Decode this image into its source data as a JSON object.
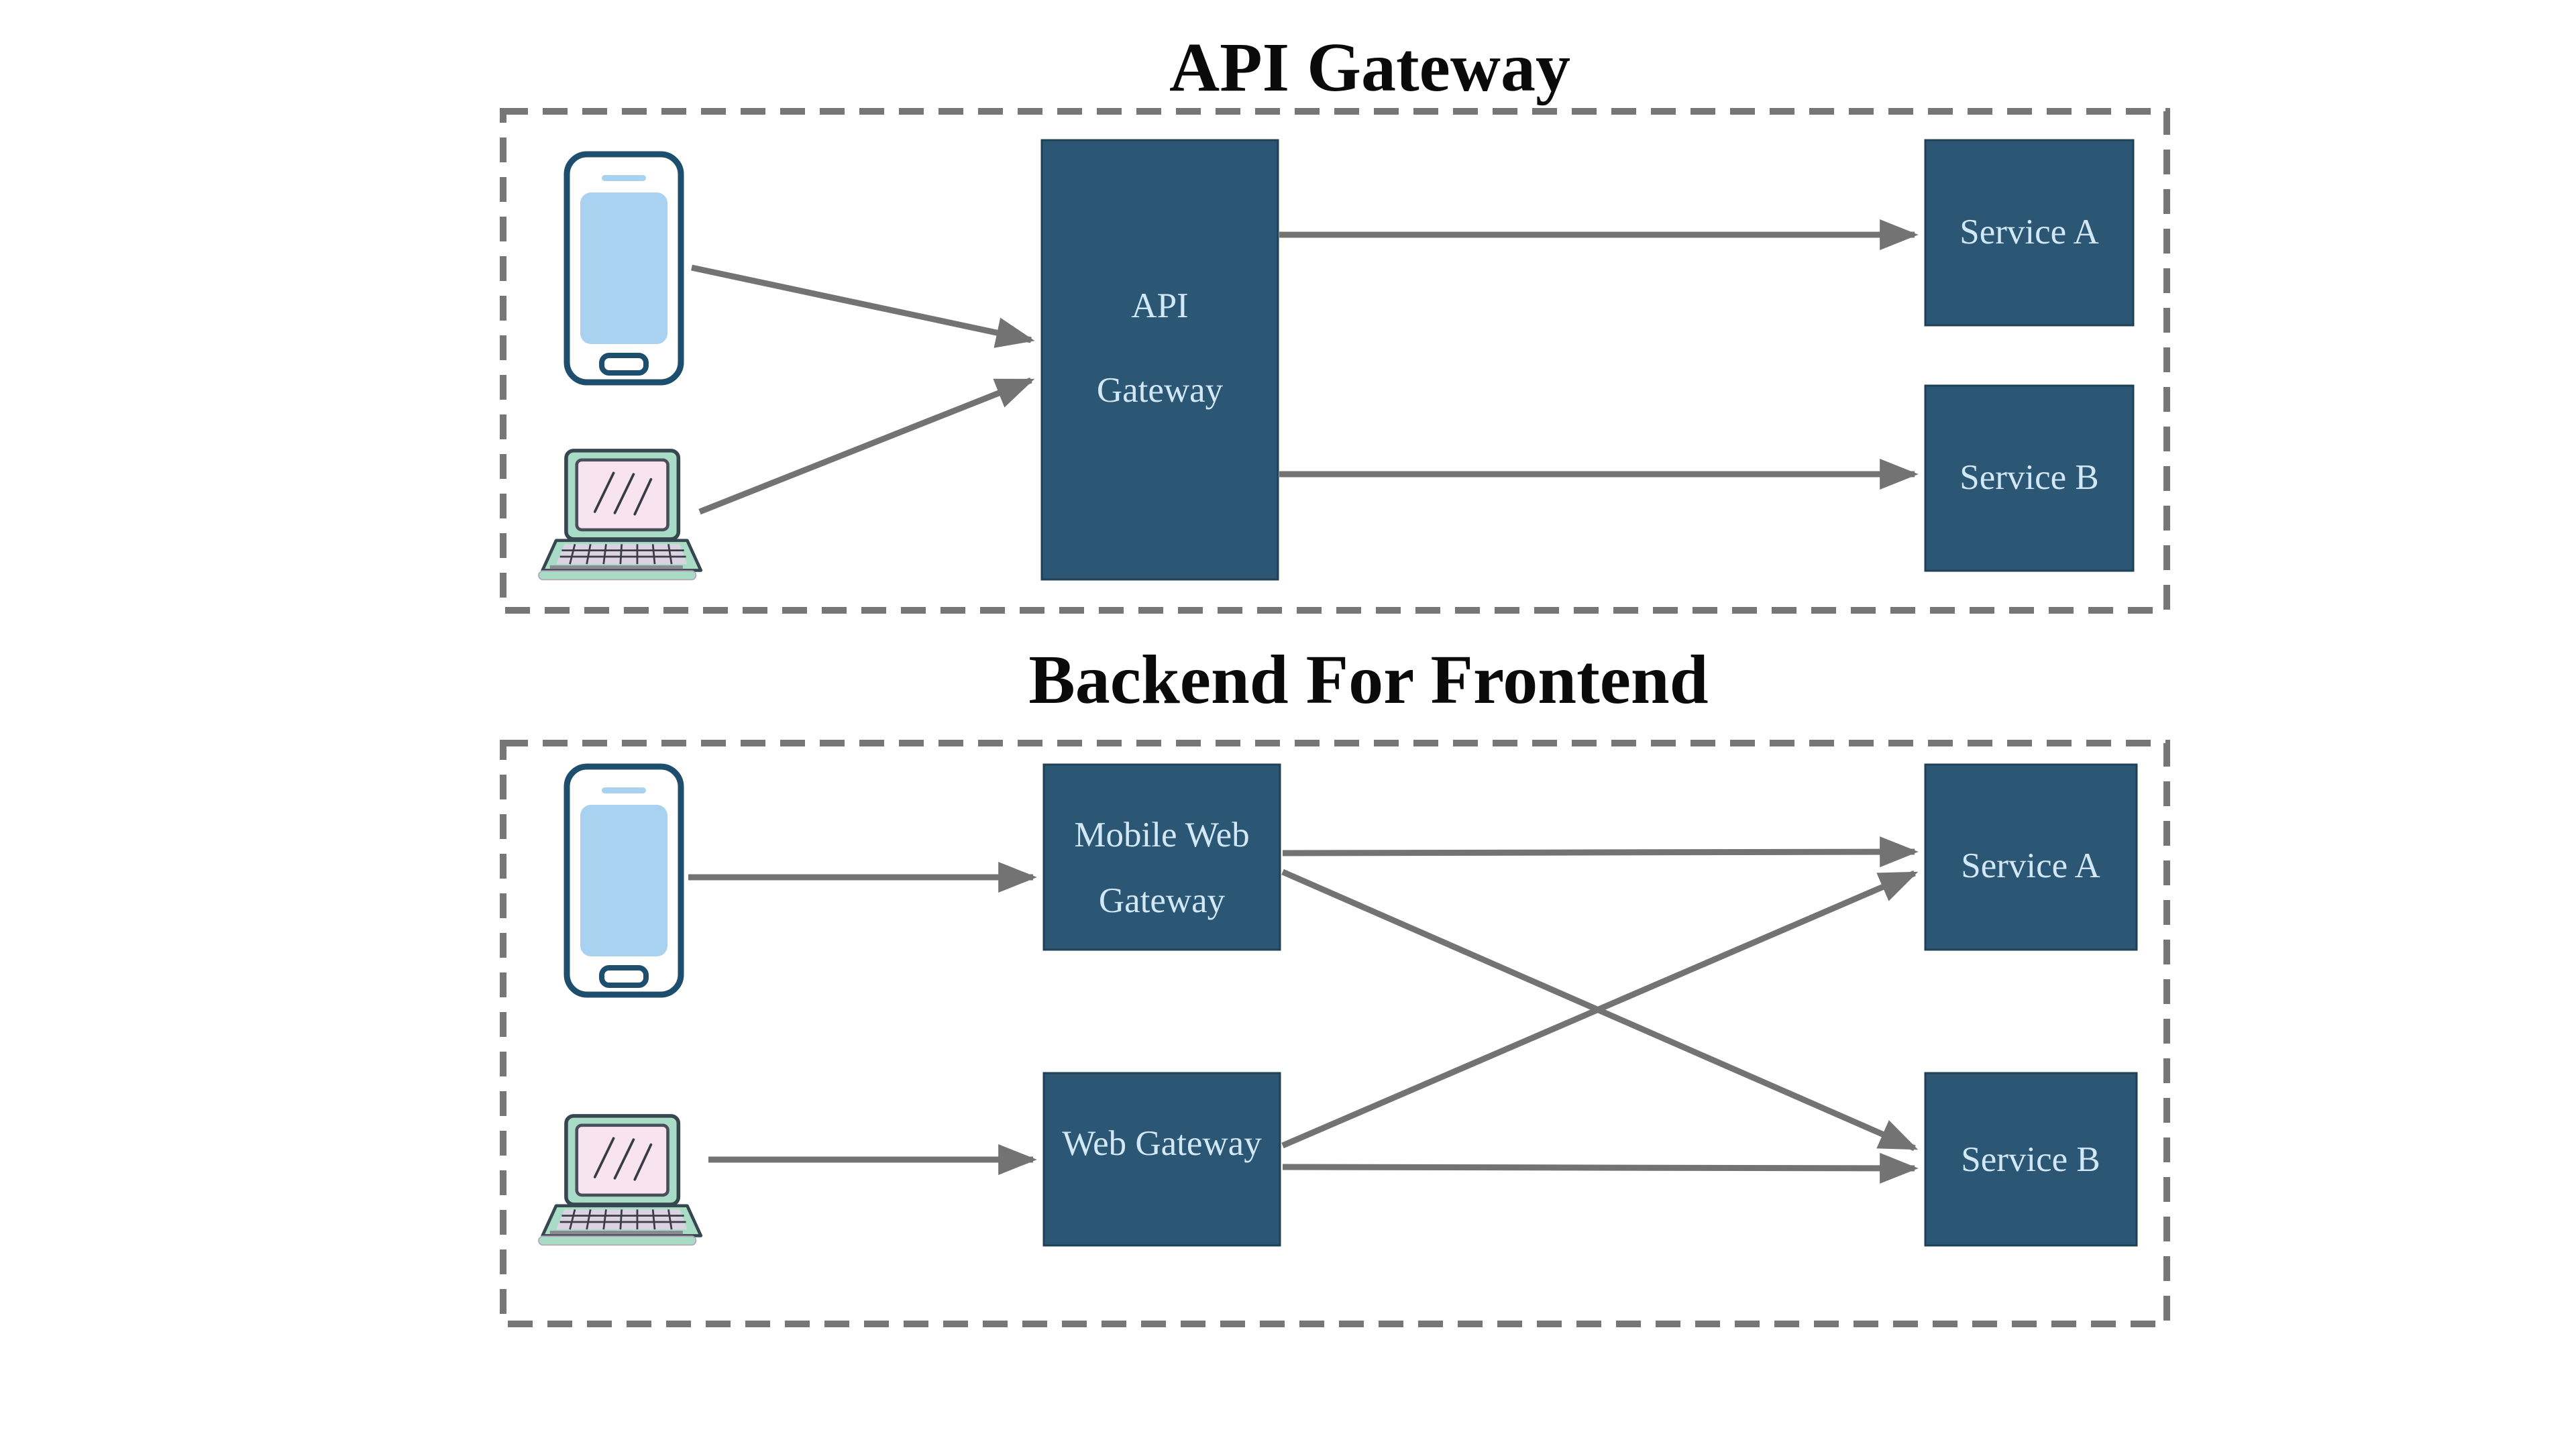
{
  "page": {
    "background": "#ffffff"
  },
  "colors": {
    "node_fill": "#2c5774",
    "node_border": "#1f4156",
    "node_text": "#d3e8f7",
    "arrow": "#737373",
    "dashed_boundary": "#767676",
    "title_text": "#0a0a0a",
    "phone_outline": "#1d4e6e",
    "phone_screen": "#a9d2f0",
    "laptop_shell": "#a8dcc7",
    "laptop_screen": "#f8e4ee",
    "laptop_keys": "#d9d3e2"
  },
  "section1": {
    "title": "API Gateway",
    "gateway": {
      "line1": "API",
      "line2": "Gateway"
    },
    "service_a": "Service A",
    "service_b": "Service B"
  },
  "section2": {
    "title": "Backend For Frontend",
    "mobile_gateway": {
      "line1": "Mobile Web",
      "line2": "Gateway"
    },
    "web_gateway": "Web Gateway",
    "service_a": "Service A",
    "service_b": "Service B"
  },
  "icons": {
    "smartphone": "smartphone-icon",
    "laptop": "laptop-icon"
  }
}
